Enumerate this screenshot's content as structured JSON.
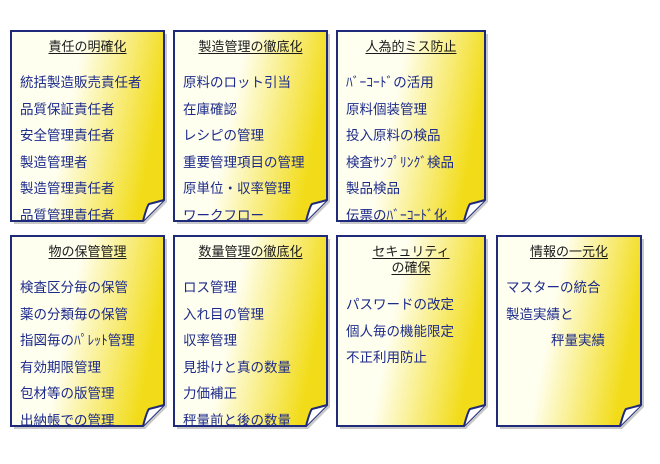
{
  "cards": [
    {
      "title": [
        "責任の明確化"
      ],
      "items": [
        "統括製造販売責任者",
        "品質保証責任者",
        "安全管理責任者",
        "製造管理者",
        "製造管理責任者",
        "品質管理責任者"
      ]
    },
    {
      "title": [
        "製造管理の徹底化"
      ],
      "items": [
        "原料のロット引当",
        "在庫確認",
        "レシピの管理",
        "重要管理項目の管理",
        "原単位・収率管理",
        "ワークフロー"
      ]
    },
    {
      "title": [
        "人為的ミス防止"
      ],
      "items": [
        "ﾊﾞｰｺｰﾄﾞの活用",
        "原料個装管理",
        "投入原料の検品",
        "検査ｻﾝﾌﾟﾘﾝｸﾞ検品",
        "製品検品",
        "伝票のﾊﾞｰｺｰﾄﾞ化"
      ]
    },
    {
      "title": [
        "物の保管管理"
      ],
      "items": [
        "検査区分毎の保管",
        "薬の分類毎の保管",
        "指図毎のﾊﾟﾚｯﾄ管理",
        "有効期限管理",
        "包材等の版管理",
        "出納帳での管理"
      ]
    },
    {
      "title": [
        "数量管理の徹底化"
      ],
      "items": [
        "ロス管理",
        "入れ目の管理",
        "収率管理",
        "見掛けと真の数量",
        "力価補正",
        "秤量前と後の数量"
      ]
    },
    {
      "title": [
        "セキュリティ",
        "の確保"
      ],
      "items": [
        "パスワードの改定",
        "個人毎の機能限定",
        "不正利用防止"
      ]
    },
    {
      "title": [
        "情報の一元化"
      ],
      "items": [
        "マスターの統合",
        "製造実績と",
        "秤量実績"
      ]
    }
  ],
  "colors": {
    "fill_light": "#fffff0",
    "fill_dark": "#f2dc1a",
    "border": "#1f2a7a",
    "text": "#1c2a8a"
  }
}
